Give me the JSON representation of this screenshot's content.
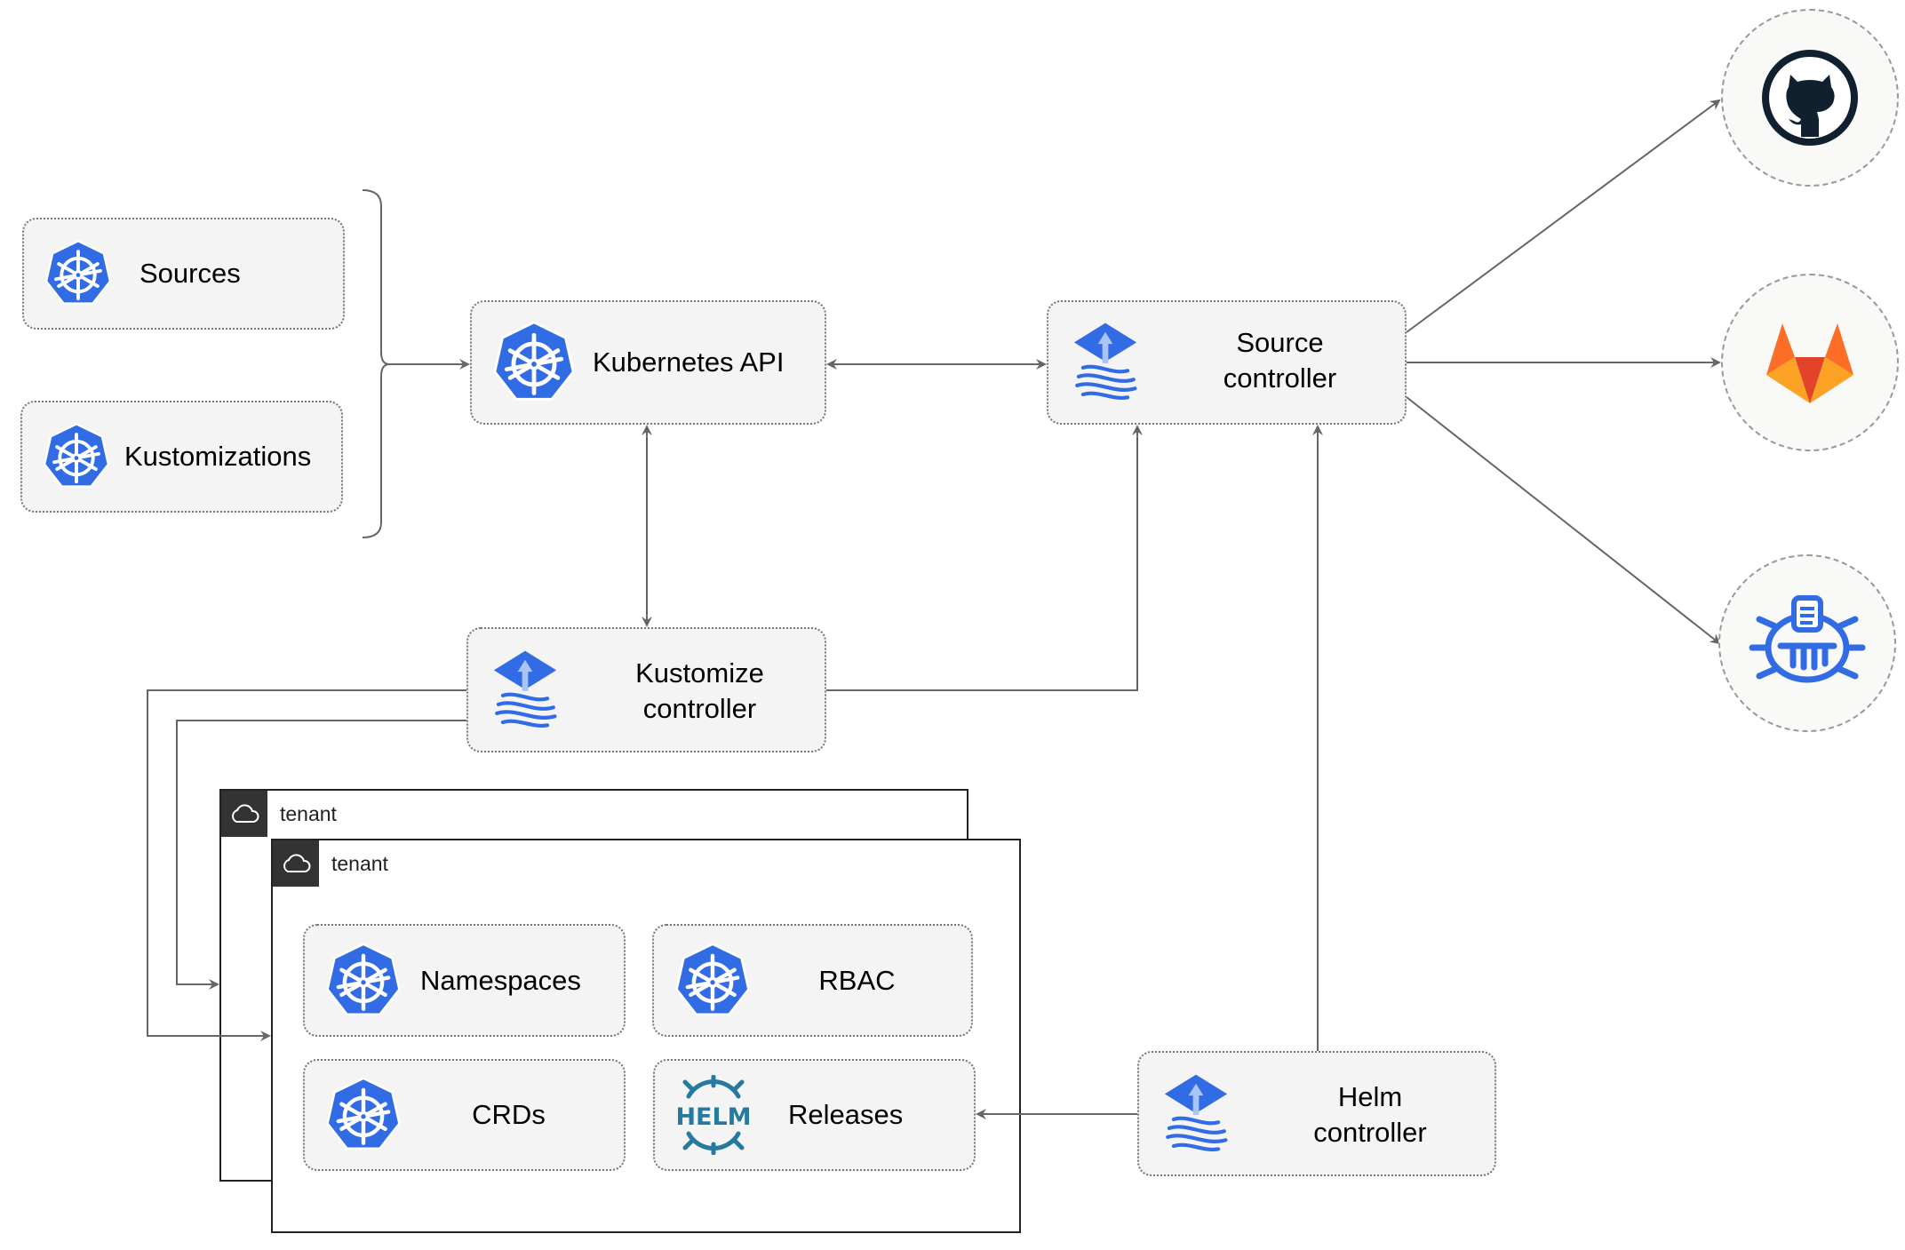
{
  "nodes": {
    "sources": "Sources",
    "kustomizations": "Kustomizations",
    "kubernetes_api": "Kubernetes API",
    "source_controller": [
      "Source",
      "controller"
    ],
    "kustomize_controller": [
      "Kustomize",
      "controller"
    ],
    "helm_controller": [
      "Helm",
      "controller"
    ],
    "namespaces": "Namespaces",
    "rbac": "RBAC",
    "crds": "CRDs",
    "releases": "Releases",
    "helm_logo_text": "HELM"
  },
  "tenants": [
    "tenant",
    "tenant"
  ],
  "external_sources": [
    {
      "icon": "github-icon"
    },
    {
      "icon": "gitlab-icon"
    },
    {
      "icon": "bucket-icon"
    }
  ],
  "colors": {
    "kubernetes": "#326ce5",
    "line": "#666666",
    "gitlab_red": "#e24329",
    "gitlab_orange": "#fca326",
    "github": "#10202f",
    "helm": "#277a9f"
  }
}
